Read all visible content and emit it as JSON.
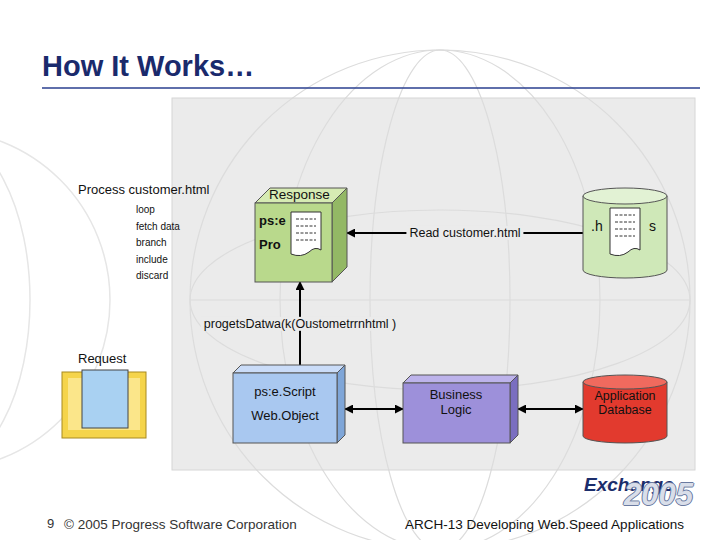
{
  "diagram": {
    "title": "How It Works…",
    "nodes": [
      {
        "text": [
          "Response",
          "ps:e",
          "Pro"
        ]
      },
      {
        "text": [
          ".h",
          "s"
        ]
      },
      {
        "text": [
          "Request"
        ]
      },
      {
        "text": [
          "ps:e.Script",
          "Web.Object"
        ]
      },
      {
        "text": [
          "Business Logic"
        ]
      },
      {
        "text": [
          "Application Database"
        ]
      }
    ],
    "edges": [
      {
        "from": 1,
        "to": 0,
        "arrow": "to",
        "label": "Read customer.html"
      },
      {
        "from": 3,
        "to": 0,
        "arrow": "to",
        "label": "progetsDatwa(k(Oustometrrnhtml )"
      },
      {
        "from": 3,
        "to": 4,
        "arrow": "both"
      },
      {
        "from": 4,
        "to": 5,
        "arrow": "both"
      }
    ],
    "labels": [
      "Process customer.html",
      "loop",
      "fetch data",
      "branch",
      "include",
      "discard",
      "9",
      "© 2005 Progress Software Corporation",
      "ARCH-13 Developing Web.Speed Applications",
      "Exchange",
      "2005"
    ]
  }
}
